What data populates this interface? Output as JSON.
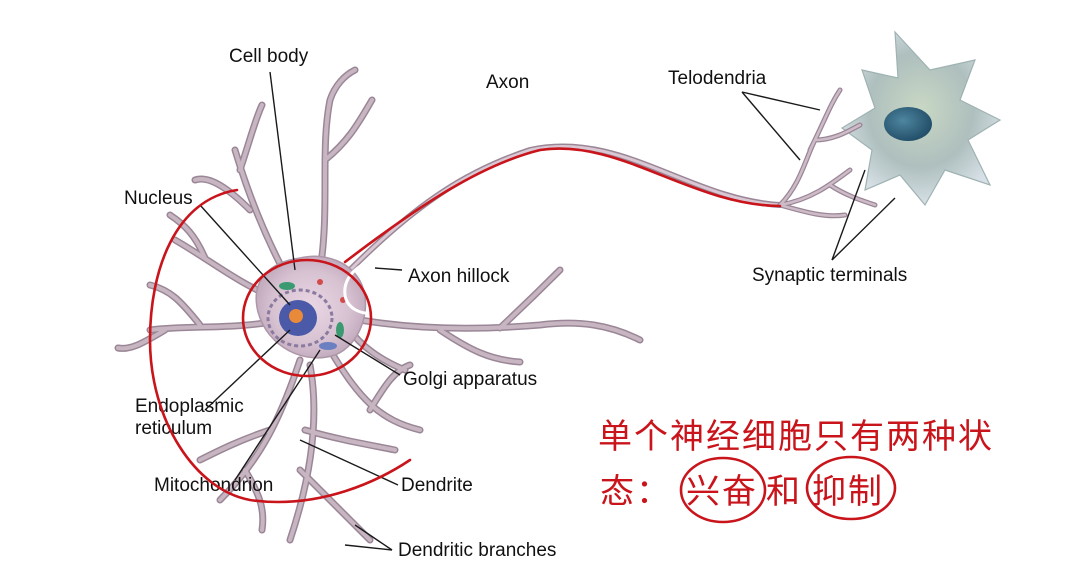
{
  "labels": {
    "cell_body": "Cell body",
    "axon": "Axon",
    "telodendria": "Telodendria",
    "nucleus": "Nucleus",
    "axon_hillock": "Axon hillock",
    "synaptic_terminals": "Synaptic terminals",
    "golgi_apparatus": "Golgi apparatus",
    "endoplasmic_line1": "Endoplasmic",
    "endoplasmic_line2": "reticulum",
    "mitochondrion": "Mitochondrion",
    "dendrite": "Dendrite",
    "dendritic_branches": "Dendritic branches"
  },
  "annotation": {
    "line1": "单个神经细胞只有两种状",
    "line2_prefix": "态：",
    "word_excitation": "兴奋",
    "connector": "和",
    "word_inhibition": "抑制"
  },
  "colors": {
    "annotation_red": "#c8141a",
    "dendrite_fill": "#c7b6c2",
    "dendrite_edge": "#9a8696",
    "label_text": "#111111",
    "target_cell": "#aebfbe",
    "target_nucleus": "#2f6278"
  }
}
